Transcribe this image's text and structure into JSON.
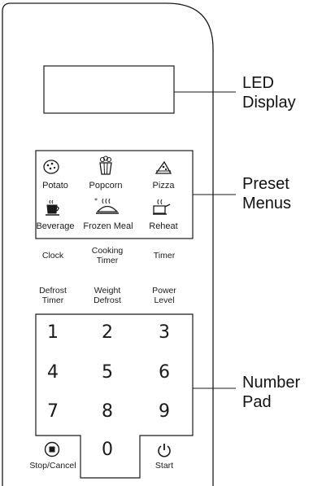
{
  "callouts": {
    "led_display": [
      "LED",
      "Display"
    ],
    "preset_menus": [
      "Preset",
      "Menus"
    ],
    "number_pad": [
      "Number",
      "Pad"
    ]
  },
  "presets": [
    {
      "label": "Potato",
      "icon": "potato-icon"
    },
    {
      "label": "Popcorn",
      "icon": "popcorn-icon"
    },
    {
      "label": "Pizza",
      "icon": "pizza-icon"
    },
    {
      "label": "Beverage",
      "icon": "beverage-icon"
    },
    {
      "label": "Frozen Meal",
      "icon": "frozen-meal-icon"
    },
    {
      "label": "Reheat",
      "icon": "reheat-icon"
    }
  ],
  "function_row_1": [
    {
      "line1": "Clock",
      "line2": ""
    },
    {
      "line1": "Cooking",
      "line2": "Timer"
    },
    {
      "line1": "Timer",
      "line2": ""
    }
  ],
  "function_row_2": [
    {
      "line1": "Defrost",
      "line2": "Timer"
    },
    {
      "line1": "Weight",
      "line2": "Defrost"
    },
    {
      "line1": "Power",
      "line2": "Level"
    }
  ],
  "keypad": [
    "1",
    "2",
    "3",
    "4",
    "5",
    "6",
    "7",
    "8",
    "9",
    "0"
  ],
  "stop_cancel": {
    "label": "Stop/Cancel",
    "icon": "stop-icon"
  },
  "start": {
    "label": "Start",
    "icon": "power-icon"
  }
}
